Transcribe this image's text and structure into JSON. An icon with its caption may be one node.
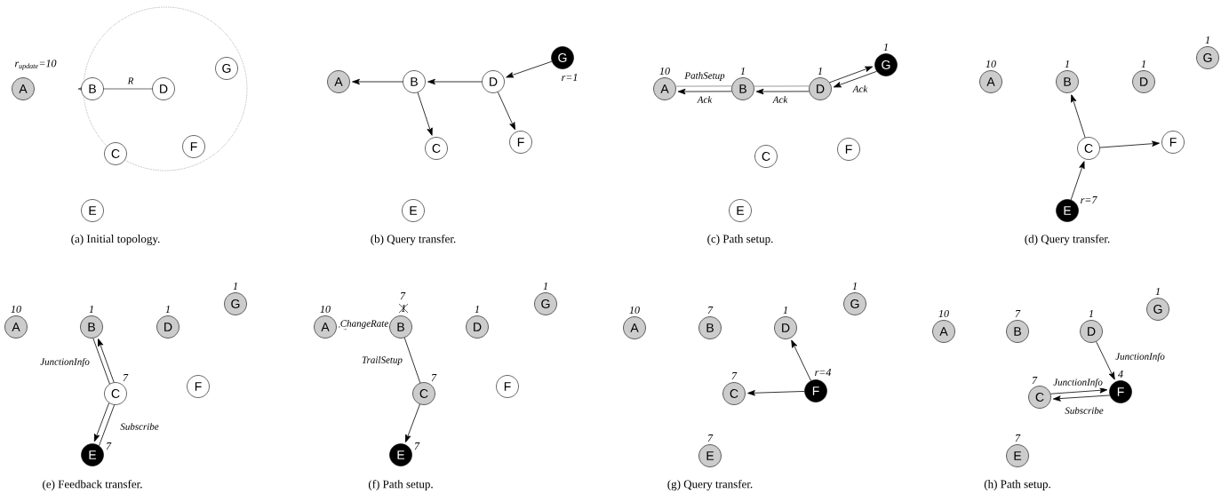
{
  "diagram": {
    "nodes": [
      {
        "text": [
          "A"
        ],
        "beside": [
          "r$_{update}$=10"
        ]
      },
      {
        "text": [
          "B"
        ]
      },
      {
        "text": [
          "C"
        ]
      },
      {
        "text": [
          "D"
        ]
      },
      {
        "text": [
          "E"
        ]
      },
      {
        "text": [
          "F"
        ]
      },
      {
        "text": [
          "G"
        ]
      },
      {
        "text": [
          "A"
        ]
      },
      {
        "text": [
          "B"
        ]
      },
      {
        "text": [
          "C"
        ]
      },
      {
        "text": [
          "D"
        ]
      },
      {
        "text": [
          "E"
        ]
      },
      {
        "text": [
          "F"
        ]
      },
      {
        "text": [
          "G"
        ],
        "beside": [
          "r=1"
        ]
      },
      {
        "text": [
          "A"
        ],
        "beside": [
          "10"
        ]
      },
      {
        "text": [
          "B"
        ],
        "beside": [
          "1"
        ]
      },
      {
        "text": [
          "C"
        ]
      },
      {
        "text": [
          "D"
        ],
        "beside": [
          "1"
        ]
      },
      {
        "text": [
          "E"
        ]
      },
      {
        "text": [
          "F"
        ]
      },
      {
        "text": [
          "G"
        ],
        "beside": [
          "1"
        ]
      },
      {
        "text": [
          "A"
        ],
        "beside": [
          "10"
        ]
      },
      {
        "text": [
          "B"
        ],
        "beside": [
          "1"
        ]
      },
      {
        "text": [
          "C"
        ]
      },
      {
        "text": [
          "D"
        ],
        "beside": [
          "1"
        ]
      },
      {
        "text": [
          "E"
        ],
        "beside": [
          "r=7"
        ]
      },
      {
        "text": [
          "F"
        ]
      },
      {
        "text": [
          "G"
        ],
        "beside": [
          "1"
        ]
      },
      {
        "text": [
          "A"
        ],
        "beside": [
          "10"
        ]
      },
      {
        "text": [
          "B"
        ],
        "beside": [
          "1"
        ]
      },
      {
        "text": [
          "C"
        ],
        "beside": [
          "7"
        ]
      },
      {
        "text": [
          "D"
        ],
        "beside": [
          "1"
        ]
      },
      {
        "text": [
          "E"
        ],
        "beside": [
          "7"
        ]
      },
      {
        "text": [
          "F"
        ]
      },
      {
        "text": [
          "G"
        ],
        "beside": [
          "1"
        ]
      },
      {
        "text": [
          "A"
        ],
        "beside": [
          "10"
        ]
      },
      {
        "text": [
          "B"
        ],
        "beside": [
          "7",
          "1"
        ]
      },
      {
        "text": [
          "C"
        ],
        "beside": [
          "7"
        ]
      },
      {
        "text": [
          "D"
        ],
        "beside": [
          "1"
        ]
      },
      {
        "text": [
          "E"
        ],
        "beside": [
          "7"
        ]
      },
      {
        "text": [
          "F"
        ]
      },
      {
        "text": [
          "G"
        ],
        "beside": [
          "1"
        ]
      },
      {
        "text": [
          "A"
        ],
        "beside": [
          "10"
        ]
      },
      {
        "text": [
          "B"
        ],
        "beside": [
          "7"
        ]
      },
      {
        "text": [
          "C"
        ],
        "beside": [
          "7"
        ]
      },
      {
        "text": [
          "D"
        ],
        "beside": [
          "1"
        ]
      },
      {
        "text": [
          "E"
        ],
        "beside": [
          "7"
        ]
      },
      {
        "text": [
          "F"
        ],
        "beside": [
          "r=4"
        ]
      },
      {
        "text": [
          "G"
        ],
        "beside": [
          "1"
        ]
      },
      {
        "text": [
          "A"
        ],
        "beside": [
          "10"
        ]
      },
      {
        "text": [
          "B"
        ],
        "beside": [
          "7"
        ]
      },
      {
        "text": [
          "C"
        ],
        "beside": [
          "7"
        ]
      },
      {
        "text": [
          "D"
        ],
        "beside": [
          "1"
        ]
      },
      {
        "text": [
          "E"
        ],
        "beside": [
          "7"
        ]
      },
      {
        "text": [
          "F"
        ],
        "beside": [
          "4"
        ]
      },
      {
        "text": [
          "G"
        ],
        "beside": [
          "1"
        ]
      }
    ],
    "edges": [
      {
        "from": 13,
        "to": 10,
        "arrow": "to"
      },
      {
        "from": 10,
        "to": 8,
        "arrow": "to"
      },
      {
        "from": 8,
        "to": 7,
        "arrow": "to"
      },
      {
        "from": 8,
        "to": 9,
        "arrow": "to"
      },
      {
        "from": 10,
        "to": 12,
        "arrow": "to"
      },
      {
        "from": 17,
        "to": 20,
        "arrow": "to"
      },
      {
        "from": 20,
        "to": 17,
        "arrow": "to",
        "label": "Ack"
      },
      {
        "from": 17,
        "to": 15,
        "arrow": "none",
        "color": "#808080"
      },
      {
        "from": 17,
        "to": 15,
        "arrow": "to",
        "label": "Ack"
      },
      {
        "from": 15,
        "to": 14,
        "arrow": "none",
        "label": "PathSetup",
        "color": "#808080"
      },
      {
        "from": 15,
        "to": 14,
        "arrow": "to",
        "label": "Ack"
      },
      {
        "from": 25,
        "to": 23,
        "arrow": "to"
      },
      {
        "from": 23,
        "to": 22,
        "arrow": "to"
      },
      {
        "from": 23,
        "to": 26,
        "arrow": "to"
      },
      {
        "from": 30,
        "to": 29,
        "arrow": "to"
      },
      {
        "from": 30,
        "to": 29,
        "arrow": "none",
        "label": "JunctionInfo"
      },
      {
        "from": 30,
        "to": 32,
        "arrow": "to"
      },
      {
        "from": 32,
        "to": 30,
        "arrow": "none",
        "label": "Subscribe"
      },
      {
        "from": 36,
        "to": 35,
        "arrow": "to",
        "label": "ChangeRate"
      },
      {
        "from": 36,
        "to": 37,
        "arrow": "none",
        "label": "TrailSetup"
      },
      {
        "from": 37,
        "to": 39,
        "arrow": "to"
      },
      {
        "from": 47,
        "to": 45,
        "arrow": "to"
      },
      {
        "from": 47,
        "to": 44,
        "arrow": "to"
      },
      {
        "from": 52,
        "to": 54,
        "arrow": "to",
        "label": "JunctionInfo"
      },
      {
        "from": 51,
        "to": 54,
        "arrow": "to",
        "label": "JunctionInfo"
      },
      {
        "from": 54,
        "to": 51,
        "arrow": "to",
        "label": "Subscribe"
      }
    ],
    "labels": [
      "R",
      "(a) Initial topology.",
      "(b) Query transfer.",
      "(c) Path setup.",
      "(d) Query transfer.",
      "(e) Feedback transfer.",
      "(f) Path setup.",
      "(g) Query transfer.",
      "(h) Path setup."
    ]
  }
}
